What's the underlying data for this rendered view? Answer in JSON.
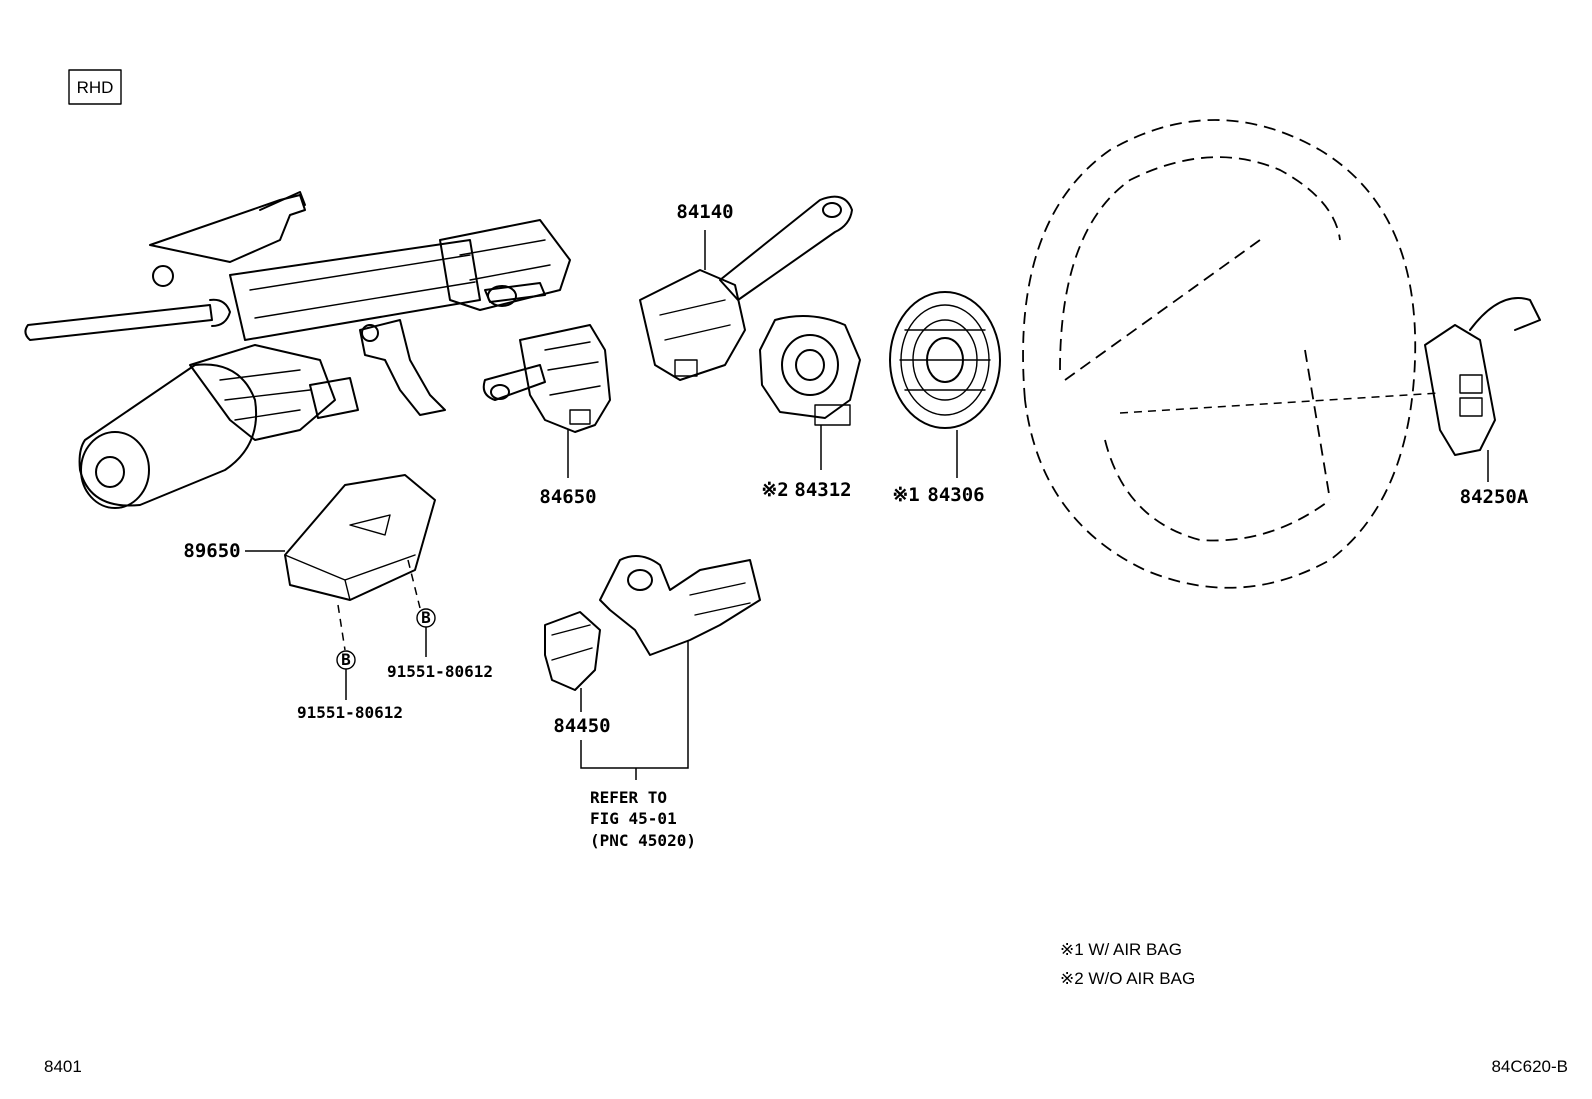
{
  "region_badge": "RHD",
  "parts": {
    "p84140": "84140",
    "p84650": "84650",
    "p84312_mark": "※2",
    "p84312": "84312",
    "p84306_mark": "※1",
    "p84306": "84306",
    "p84250A": "84250A",
    "p89650": "89650",
    "p84450": "84450",
    "bolt_a": "91551-80612",
    "bolt_b": "91551-80612",
    "bolt_symbol": "B"
  },
  "refer": {
    "line1": "REFER TO",
    "line2": "FIG 45-01",
    "line3": "(PNC 45020)"
  },
  "notes": {
    "note1": "※1 W/ AIR BAG",
    "note2": "※2 W/O AIR BAG"
  },
  "footer": {
    "left_code": "8401",
    "right_code": "84C620-B"
  }
}
